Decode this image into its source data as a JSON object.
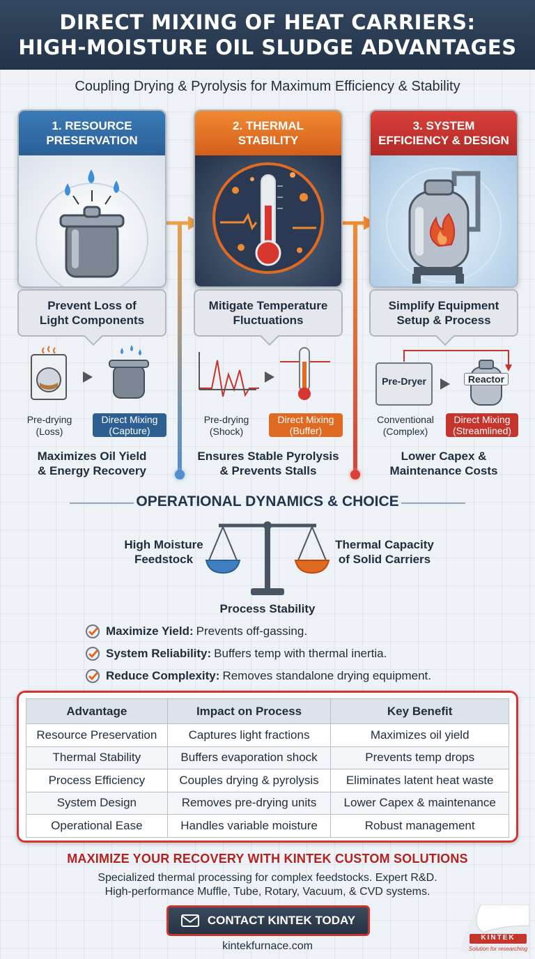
{
  "header": {
    "title_line1": "DIRECT MIXING OF HEAT CARRIERS:",
    "title_line2": "HIGH-MOISTURE OIL SLUDGE ADVANTAGES"
  },
  "subtitle": "Coupling Drying & Pyrolysis for Maximum Efficiency & Stability",
  "columns": [
    {
      "title_line1": "1. RESOURCE",
      "title_line2": "PRESERVATION",
      "callout_line1": "Prevent Loss of",
      "callout_line2": "Light Components",
      "left_caption_line1": "Pre-drying",
      "left_caption_line2": "(Loss)",
      "right_tag_line1": "Direct Mixing",
      "right_tag_line2": "(Capture)",
      "result_line1": "Maximizes Oil Yield",
      "result_line2": "& Energy Recovery"
    },
    {
      "title_line1": "2. THERMAL",
      "title_line2": "STABILITY",
      "callout_line1": "Mitigate Temperature",
      "callout_line2": "Fluctuations",
      "left_caption_line1": "Pre-drying",
      "left_caption_line2": "(Shock)",
      "right_tag_line1": "Direct Mixing",
      "right_tag_line2": "(Buffer)",
      "result_line1": "Ensures Stable Pyrolysis",
      "result_line2": "& Prevents Stalls"
    },
    {
      "title_line1": "3. SYSTEM",
      "title_line2": "EFFICIENCY & DESIGN",
      "callout_line1": "Simplify Equipment",
      "callout_line2": "Setup & Process",
      "box_label": "Pre-Dryer",
      "reactor_label": "Reactor",
      "left_caption_line1": "Conventional",
      "left_caption_line2": "(Complex)",
      "right_tag_line1": "Direct Mixing",
      "right_tag_line2": "(Streamlined)",
      "result_line1": "Lower Capex &",
      "result_line2": "Maintenance Costs"
    }
  ],
  "dynamics": {
    "title": "OPERATIONAL DYNAMICS & CHOICE",
    "left_line1": "High Moisture",
    "left_line2": "Feedstock",
    "right_line1": "Thermal Capacity",
    "right_line2": "of Solid Carriers",
    "bottom": "Process Stability",
    "checks": [
      {
        "label": "Maximize Yield:",
        "text": "Prevents off-gassing."
      },
      {
        "label": "System Reliability:",
        "text": "Buffers temp with thermal inertia."
      },
      {
        "label": "Reduce Complexity:",
        "text": "Removes standalone drying equipment."
      }
    ]
  },
  "table": {
    "headers": [
      "Advantage",
      "Impact on Process",
      "Key Benefit"
    ],
    "rows": [
      [
        "Resource Preservation",
        "Captures light fractions",
        "Maximizes oil yield"
      ],
      [
        "Thermal Stability",
        "Buffers evaporation shock",
        "Prevents temp drops"
      ],
      [
        "Process Efficiency",
        "Couples drying & pyrolysis",
        "Eliminates latent heat waste"
      ],
      [
        "System Design",
        "Removes pre-drying units",
        "Lower Capex & maintenance"
      ],
      [
        "Operational Ease",
        "Handles variable moisture",
        "Robust management"
      ]
    ]
  },
  "cta": {
    "title": "MAXIMIZE YOUR RECOVERY WITH KINTEK CUSTOM SOLUTIONS",
    "text_line1": "Specialized thermal processing for complex feedstocks. Expert R&D.",
    "text_line2": "High-performance Muffle, Tube, Rotary, Vacuum, & CVD systems.",
    "button": "CONTACT KINTEK TODAY",
    "url": "kintekfurnace.com"
  },
  "logo": {
    "name": "KINTEK",
    "tagline": "Solution for researching"
  },
  "colors": {
    "navy": "#22344a",
    "blue": "#2e5f93",
    "orange": "#e06a22",
    "red": "#c6342e"
  }
}
